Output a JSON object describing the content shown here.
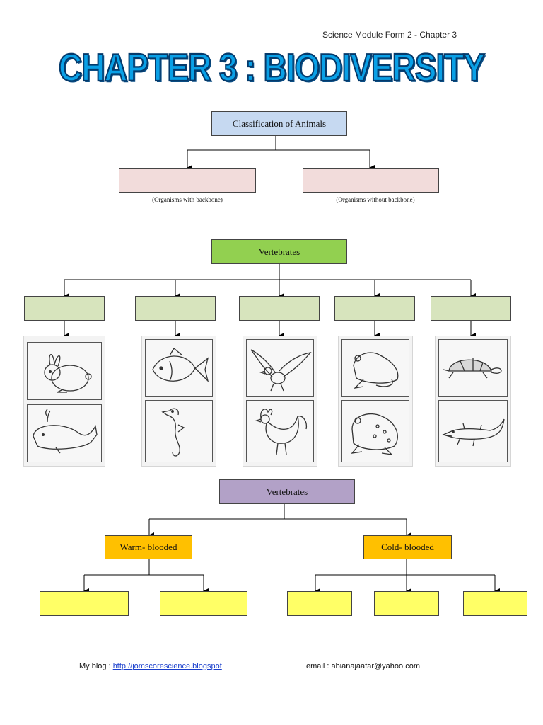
{
  "header_note": "Science Module Form 2 - Chapter 3",
  "title": "CHAPTER 3 : BIODIVERSITY",
  "classification": {
    "root": "Classification of Animals",
    "left_note": "(Organisms with backbone)",
    "right_note": "(Organisms without backbone)"
  },
  "vertebrates1": {
    "label": "Vertebrates"
  },
  "vertebrates2": {
    "label": "Vertebrates",
    "warm": "Warm- blooded",
    "cold": "Cold- blooded"
  },
  "pictures": [
    {
      "top": "rabbit-icon",
      "bottom": "whale-icon"
    },
    {
      "top": "fish-icon",
      "bottom": "seahorse-icon"
    },
    {
      "top": "eagle-icon",
      "bottom": "rooster-icon"
    },
    {
      "top": "frog-icon",
      "bottom": "toad-icon"
    },
    {
      "top": "turtle-icon",
      "bottom": "crocodile-icon"
    }
  ],
  "footer": {
    "blog_label": "My blog : ",
    "blog_link": "http://jomscorescience.blogspot",
    "email": "email : abianajaafar@yahoo.com"
  },
  "colors": {
    "title": "#0aa0e6",
    "root_box": "#c6d9f1",
    "answer_box": "#f2dcdb",
    "vertebrates_box": "#92d050",
    "class_box": "#d7e4bd",
    "vertebrates2_box": "#b2a1c7",
    "blood_box": "#ffc000",
    "empty_box": "#ffff66"
  }
}
